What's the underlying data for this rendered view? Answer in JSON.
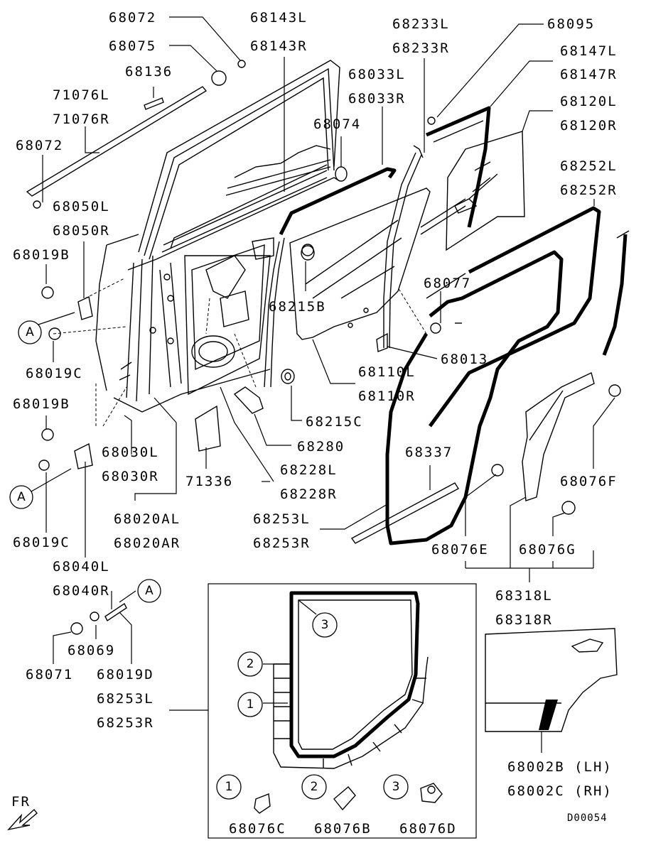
{
  "diagram_id": "D00054",
  "front_arrow_label": "FR",
  "callout_ref": "A",
  "parts": [
    {
      "id": "p68072a",
      "label": "68072"
    },
    {
      "id": "p68075",
      "label": "68075"
    },
    {
      "id": "p68136",
      "label": "68136"
    },
    {
      "id": "p71076l",
      "label": "71076L"
    },
    {
      "id": "p71076r",
      "label": "71076R"
    },
    {
      "id": "p68072b",
      "label": "68072"
    },
    {
      "id": "p68050l",
      "label": "68050L"
    },
    {
      "id": "p68050r",
      "label": "68050R"
    },
    {
      "id": "p68019b1",
      "label": "68019B"
    },
    {
      "id": "p68019c1",
      "label": "68019C"
    },
    {
      "id": "p68019b2",
      "label": "68019B"
    },
    {
      "id": "p68019c2",
      "label": "68019C"
    },
    {
      "id": "p68040l",
      "label": "68040L"
    },
    {
      "id": "p68040r",
      "label": "68040R"
    },
    {
      "id": "p68069",
      "label": "68069"
    },
    {
      "id": "p68071",
      "label": "68071"
    },
    {
      "id": "p68019d",
      "label": "68019D"
    },
    {
      "id": "p68253l_a",
      "label": "68253L"
    },
    {
      "id": "p68253r_a",
      "label": "68253R"
    },
    {
      "id": "p68143l",
      "label": "68143L"
    },
    {
      "id": "p68143r",
      "label": "68143R"
    },
    {
      "id": "p68233l",
      "label": "68233L"
    },
    {
      "id": "p68233r",
      "label": "68233R"
    },
    {
      "id": "p68095",
      "label": "68095"
    },
    {
      "id": "p68147l",
      "label": "68147L"
    },
    {
      "id": "p68147r",
      "label": "68147R"
    },
    {
      "id": "p68033l",
      "label": "68033L"
    },
    {
      "id": "p68033r",
      "label": "68033R"
    },
    {
      "id": "p68120l",
      "label": "68120L"
    },
    {
      "id": "p68120r",
      "label": "68120R"
    },
    {
      "id": "p68074",
      "label": "68074"
    },
    {
      "id": "p68252l",
      "label": "68252L"
    },
    {
      "id": "p68252r",
      "label": "68252R"
    },
    {
      "id": "p68215b",
      "label": "68215B"
    },
    {
      "id": "p68077",
      "label": "68077"
    },
    {
      "id": "p68013",
      "label": "68013"
    },
    {
      "id": "p68110l",
      "label": "68110L"
    },
    {
      "id": "p68110r",
      "label": "68110R"
    },
    {
      "id": "p68215c",
      "label": "68215C"
    },
    {
      "id": "p68280",
      "label": "68280"
    },
    {
      "id": "p68228l",
      "label": "68228L"
    },
    {
      "id": "p68228r",
      "label": "68228R"
    },
    {
      "id": "p68337",
      "label": "68337"
    },
    {
      "id": "p68253l_b",
      "label": "68253L"
    },
    {
      "id": "p68253r_b",
      "label": "68253R"
    },
    {
      "id": "p68030l",
      "label": "68030L"
    },
    {
      "id": "p68030r",
      "label": "68030R"
    },
    {
      "id": "p71336",
      "label": "71336"
    },
    {
      "id": "p68020al",
      "label": "68020AL"
    },
    {
      "id": "p68020ar",
      "label": "68020AR"
    },
    {
      "id": "p68076f",
      "label": "68076F"
    },
    {
      "id": "p68076e",
      "label": "68076E"
    },
    {
      "id": "p68076g",
      "label": "68076G"
    },
    {
      "id": "p68318l",
      "label": "68318L"
    },
    {
      "id": "p68318r",
      "label": "68318R"
    },
    {
      "id": "p68002b",
      "label": "68002B (LH)"
    },
    {
      "id": "p68002c",
      "label": "68002C (RH)"
    },
    {
      "id": "p68076c",
      "label": "68076C"
    },
    {
      "id": "p68076b",
      "label": "68076B"
    },
    {
      "id": "p68076d",
      "label": "68076D"
    }
  ],
  "inset_numbers": [
    "1",
    "2",
    "3"
  ]
}
